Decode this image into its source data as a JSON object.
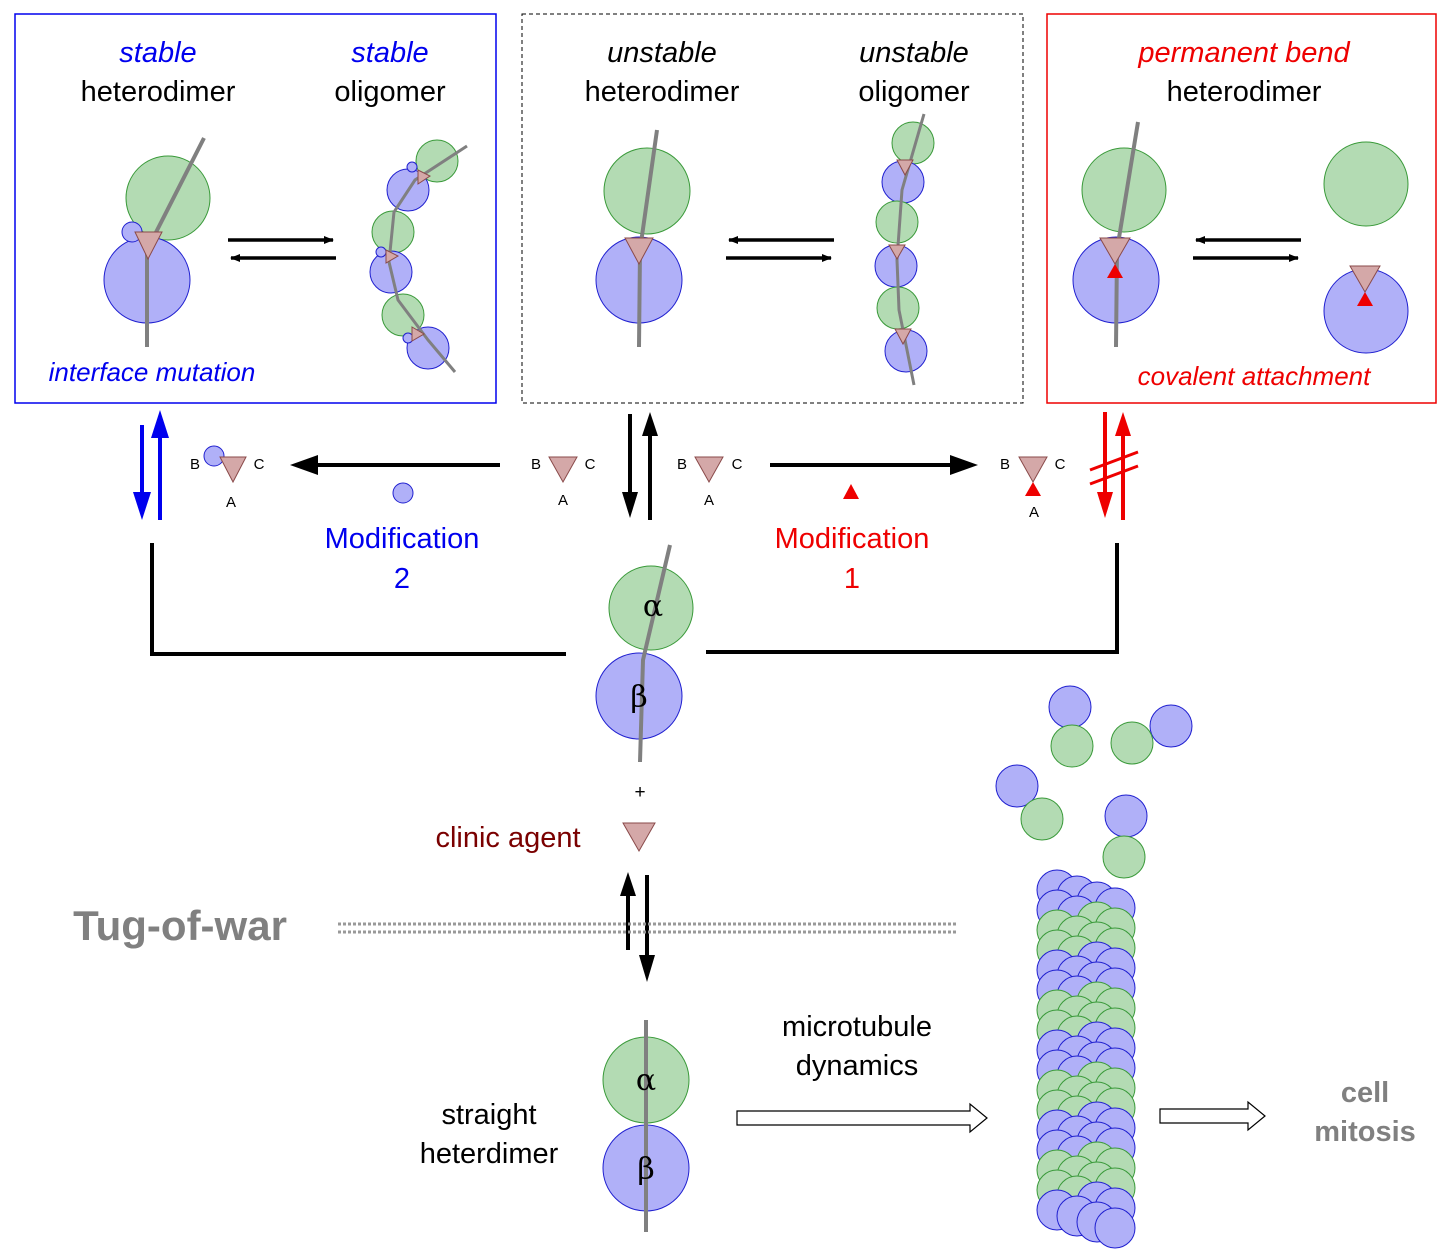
{
  "colors": {
    "blue": "#0000ee",
    "red": "#ee0000",
    "black": "#000000",
    "gray": "#808080",
    "dark_red": "#7a0000",
    "alpha_fill": "#b3dbb3",
    "alpha_stroke": "#3a9a3a",
    "beta_fill": "#b0b0f8",
    "beta_stroke": "#2020d0",
    "agent_fill": "#d4a8a8",
    "agent_stroke": "#8a4a4a"
  },
  "panel_blue": {
    "left_title_1": "stable",
    "left_title_2": "heterodimer",
    "right_title_1": "stable",
    "right_title_2": "oligomer",
    "caption": "interface mutation"
  },
  "panel_dashed": {
    "left_title_1": "unstable",
    "left_title_2": "heterodimer",
    "right_title_1": "unstable",
    "right_title_2": "oligomer"
  },
  "panel_red": {
    "title_1": "permanent bend",
    "title_2": "heterodimer",
    "caption": "covalent attachment"
  },
  "site_labels": {
    "b": "B",
    "c": "C",
    "a": "A"
  },
  "modification_1": {
    "label": "Modification",
    "number": "1"
  },
  "modification_2": {
    "label": "Modification",
    "number": "2"
  },
  "greek": {
    "alpha": "α",
    "beta": "β"
  },
  "plus": "+",
  "clinic_agent": "clinic agent",
  "tug_of_war": "Tug-of-war",
  "straight_heterodimer": {
    "line1": "straight",
    "line2": "heterdimer"
  },
  "microtubule_dynamics": {
    "line1": "microtubule",
    "line2": "dynamics"
  },
  "cell_mitosis": {
    "line1": "cell",
    "line2": "mitosis"
  },
  "icons": [
    "equilibrium-arrows-icon",
    "blocked-equilibrium-icon",
    "hollow-arrow-icon",
    "binding-site-triangle-icon"
  ]
}
